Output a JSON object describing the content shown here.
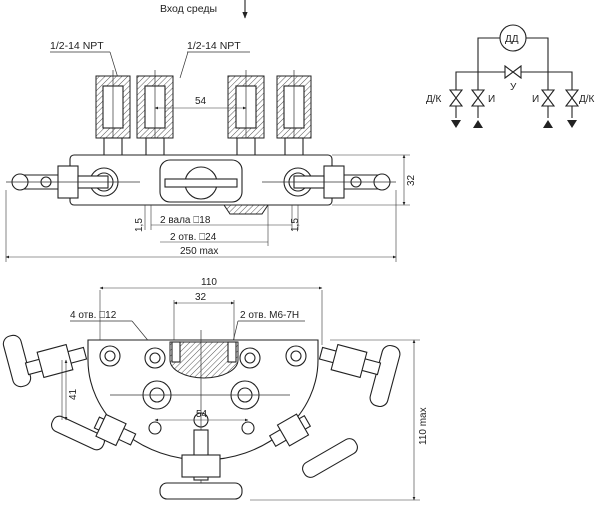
{
  "top_view": {
    "inlet_label": "Вход среды",
    "thread_label_left": "1/2-14 NPT",
    "thread_label_right": "1/2-14 NPT",
    "dim_center_54": "54",
    "dim_height_32": "32",
    "dim_1_5_left": "1,5",
    "dim_1_5_right": "1,5",
    "dim_shafts": "2 вала ⎕18",
    "dim_holes": "2 отв. ⎕24",
    "dim_overall": "250 max"
  },
  "bottom_view": {
    "dim_110": "110",
    "dim_32": "32",
    "holes_label": "4 отв. ⎕12",
    "thread_holes_label": "2 отв. М6-7Н",
    "dim_41": "41",
    "dim_54": "54",
    "dim_height": "110 max"
  },
  "schematic": {
    "sensor_label": "ДД",
    "valve_dk_left": "Д/К",
    "valve_i_left": "И",
    "valve_u": "У",
    "valve_i_right": "И",
    "valve_dk_right": "Д/К"
  }
}
